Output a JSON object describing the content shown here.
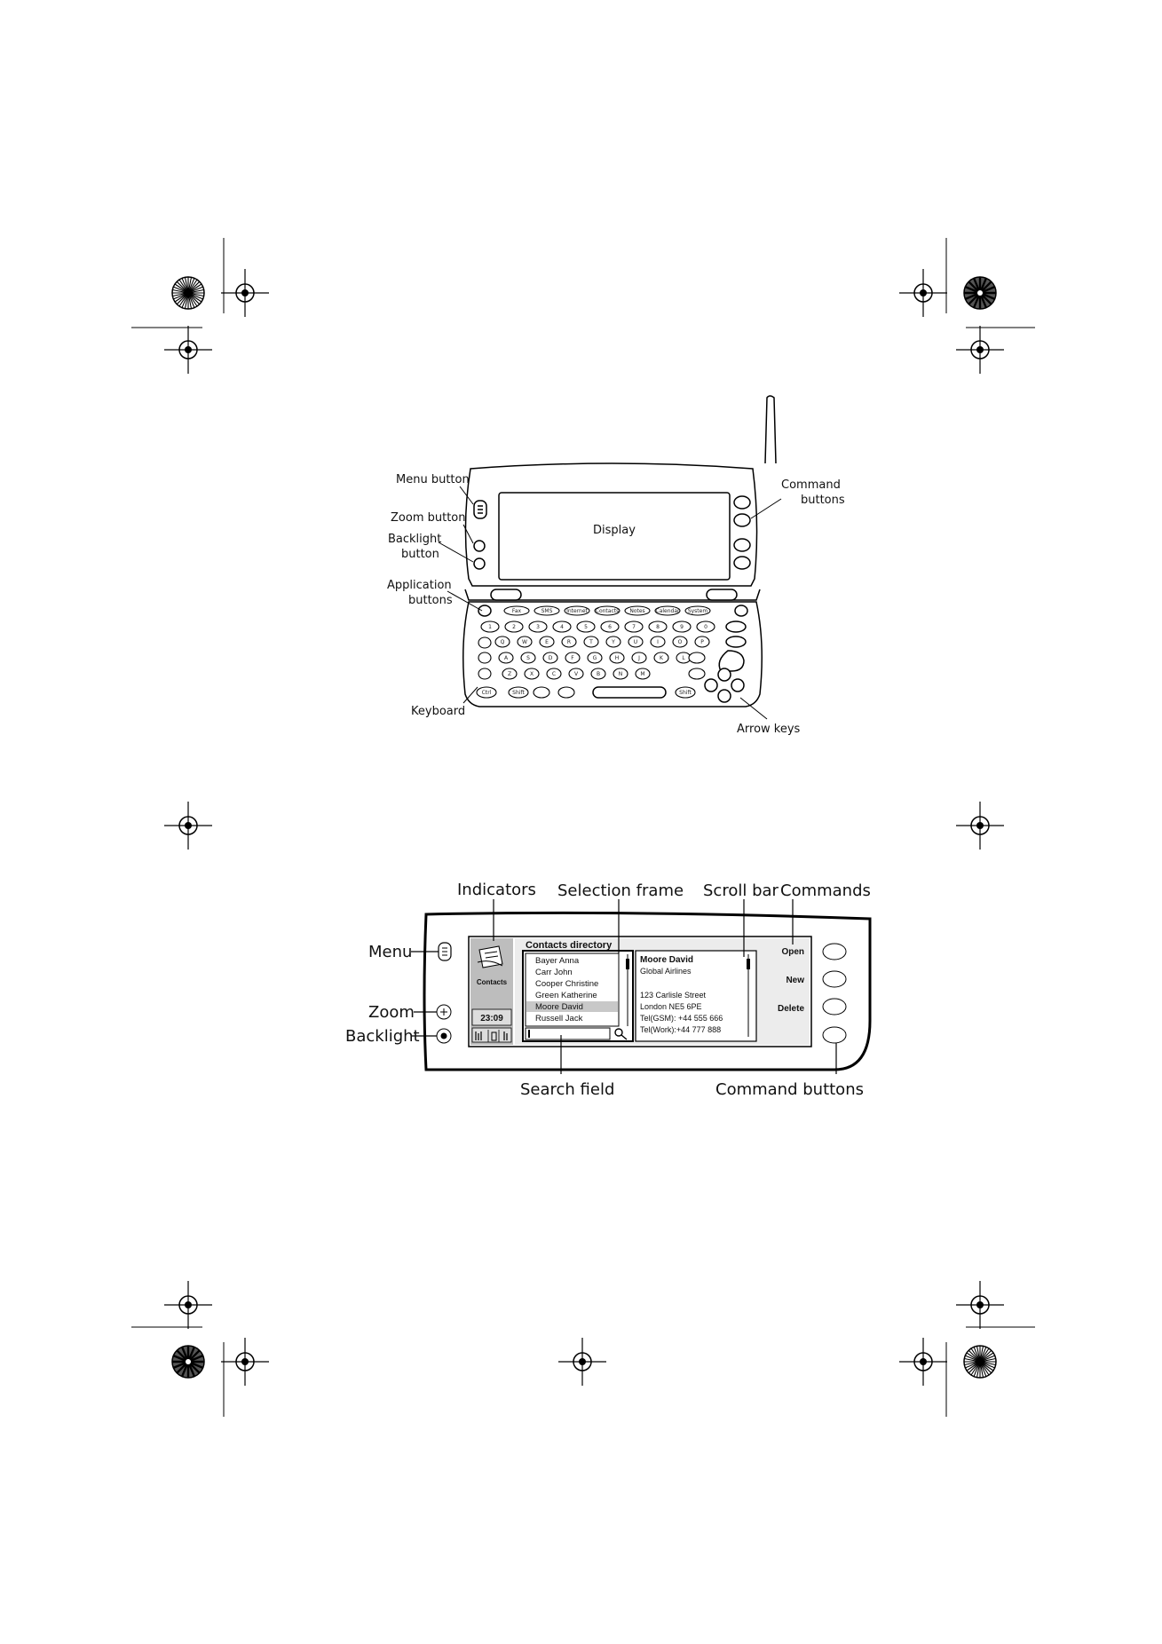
{
  "figure1": {
    "display_label": "Display",
    "callouts": {
      "menu_button": "Menu button",
      "zoom_button": "Zoom button",
      "backlight_button_1": "Backlight",
      "backlight_button_2": "button",
      "application_buttons_1": "Application",
      "application_buttons_2": "buttons",
      "keyboard": "Keyboard",
      "command_buttons_1": "Command",
      "command_buttons_2": "buttons",
      "arrow_keys": "Arrow keys"
    },
    "app_keys": [
      "Fax",
      "SMS",
      "Internet",
      "Contacts",
      "Notes",
      "Calendar",
      "System"
    ],
    "row1": [
      "1",
      "2",
      "3",
      "4",
      "5",
      "6",
      "7",
      "8",
      "9",
      "0"
    ],
    "row2": [
      "Q",
      "W",
      "E",
      "R",
      "T",
      "Y",
      "U",
      "I",
      "O",
      "P"
    ],
    "row3": [
      "A",
      "S",
      "D",
      "F",
      "G",
      "H",
      "J",
      "K",
      "L"
    ],
    "row4": [
      "Z",
      "X",
      "C",
      "V",
      "B",
      "N",
      "M"
    ],
    "row5": [
      "Ctrl",
      "Shift",
      "Shift"
    ]
  },
  "figure2": {
    "labels": {
      "indicators": "Indicators",
      "selection_frame": "Selection frame",
      "scroll_bar": "Scroll bar",
      "commands": "Commands",
      "menu": "Menu",
      "zoom": "Zoom",
      "backlight": "Backlight",
      "search_field": "Search field",
      "command_buttons": "Command buttons"
    },
    "indicator_panel": {
      "app_name": "Contacts",
      "time": "23:09"
    },
    "directory_title": "Contacts directory",
    "contacts": [
      "Bayer Anna",
      "Carr John",
      "Cooper Christine",
      "Green Katherine",
      "Moore David",
      "Russell Jack"
    ],
    "selected_contact": "Moore David",
    "detail": {
      "name": "Moore David",
      "company": "Global Airlines",
      "street": "123 Carlisle Street",
      "city": "London NE5 6PE",
      "tel_gsm": "Tel(GSM): +44 555 666",
      "tel_work": "Tel(Work):+44 777 888"
    },
    "commands": [
      "Open",
      "New",
      "Delete"
    ]
  }
}
